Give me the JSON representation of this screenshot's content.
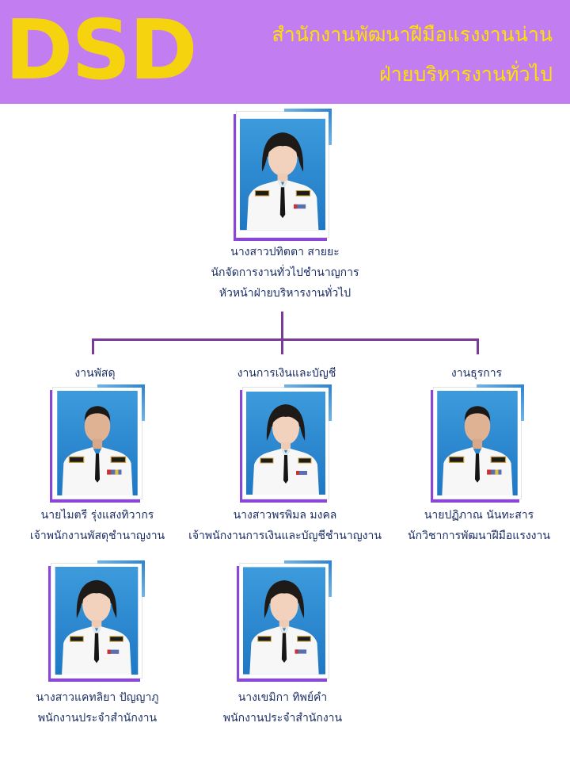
{
  "header": {
    "logo_text": "DSD",
    "org_name": "สำนักงานพัฒนาฝีมือแรงงานน่าน",
    "division": "ฝ่ายบริหารงานทั่วไป"
  },
  "colors": {
    "header_bg": "#c27ef0",
    "header_text": "#ffe100",
    "caption_text": "#1c2f66",
    "connector_line": "#7a3a9a",
    "photo_frame_accent": "#8a46d6"
  },
  "head": {
    "name": "นางสาวปทิตตา สายยะ",
    "position": "นักจัดการงานทั่วไปชำนาญการ",
    "role": "หัวหน้าฝ่ายบริหารงานทั่วไป",
    "photo_icon": "portrait-photo"
  },
  "sections": [
    {
      "label": "งานพัสดุ",
      "name": "นายไมตรี รุ่งแสงทิวากร",
      "position": "เจ้าพนักงานพัสดุชำนาญงาน"
    },
    {
      "label": "งานการเงินและบัญชี",
      "name": "นางสาวพรพิมล มงคล",
      "position": "เจ้าพนักงานการเงินและบัญชีชำนาญงาน"
    },
    {
      "label": "งานธุรการ",
      "name": "นายปฏิภาณ นันทะสาร",
      "position": "นักวิชาการพัฒนาฝีมือแรงงาน"
    }
  ],
  "staff": [
    {
      "name": "นางสาวแคทลิยา ปัญญาภู",
      "position": "พนักงานประจำสำนักงาน"
    },
    {
      "name": "นางเขมิกา ทิพย์คำ",
      "position": "พนักงานประจำสำนักงาน"
    }
  ]
}
